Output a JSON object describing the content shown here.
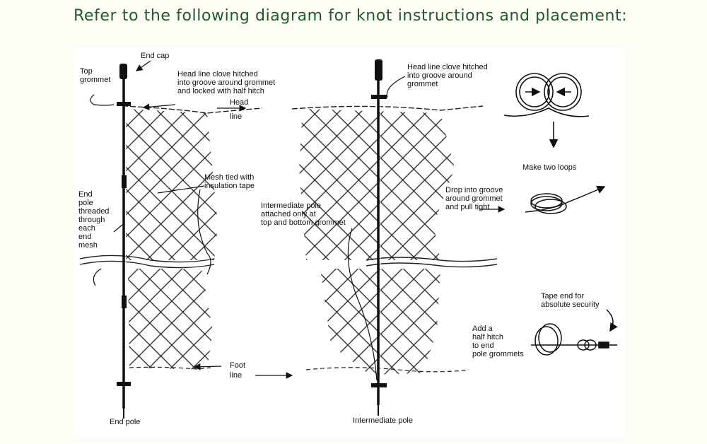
{
  "page": {
    "heading": "Refer to the following diagram for knot instructions and placement:"
  },
  "diagram": {
    "labels": {
      "end_cap": "End cap",
      "top_grommet": [
        "Top",
        "grommet"
      ],
      "head_line_left": [
        "Head line clove hitched",
        "into groove around grommet",
        "and locked with half hitch"
      ],
      "head_line": [
        "Head",
        "line"
      ],
      "mesh_tied": [
        "Mesh tied with",
        "insulation tape"
      ],
      "end_pole_threaded": [
        "End",
        "pole",
        "threaded",
        "through",
        "each",
        "end",
        "mesh"
      ],
      "intermediate_attached": [
        "Intermediate pole",
        "attached only at",
        "top and bottom grommet"
      ],
      "foot_line": [
        "Foot",
        "line"
      ],
      "end_pole": "End pole",
      "intermediate_pole": "Intermediate pole",
      "head_line_right": [
        "Head line clove hitched",
        "into groove around",
        "grommet"
      ],
      "make_two_loops": "Make two loops",
      "drop_into_groove": [
        "Drop into groove",
        "around grommet",
        "and pull tight"
      ],
      "tape_end": [
        "Tape end for",
        "absolute security"
      ],
      "add_half_hitch": [
        "Add a",
        "half hitch",
        "to end",
        "pole grommets"
      ]
    }
  }
}
